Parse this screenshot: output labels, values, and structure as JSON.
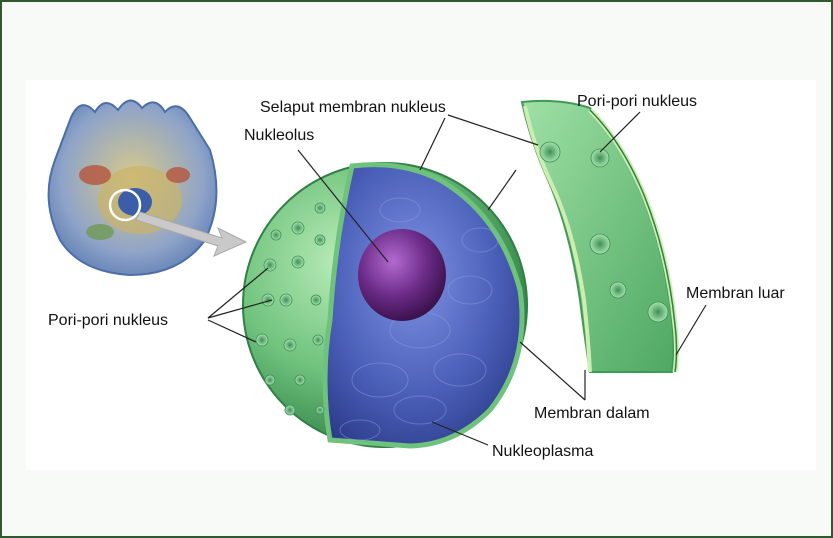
{
  "labels": {
    "selaput": "Selaput membran nukleus",
    "nukleolus": "Nukleolus",
    "pori_top": "Pori-pori nukleus",
    "pori_left": "Pori-pori nukleus",
    "membran_luar": "Membran luar",
    "membran_dalam": "Membran dalam",
    "nukleoplasma": "Nukleoplasma"
  },
  "colors": {
    "frame": "#2e5a2e",
    "membrane_green": "#7fcf8a",
    "nucleoplasm_blue": "#4a5fb8",
    "nucleolus_purple": "#6a2a86"
  }
}
